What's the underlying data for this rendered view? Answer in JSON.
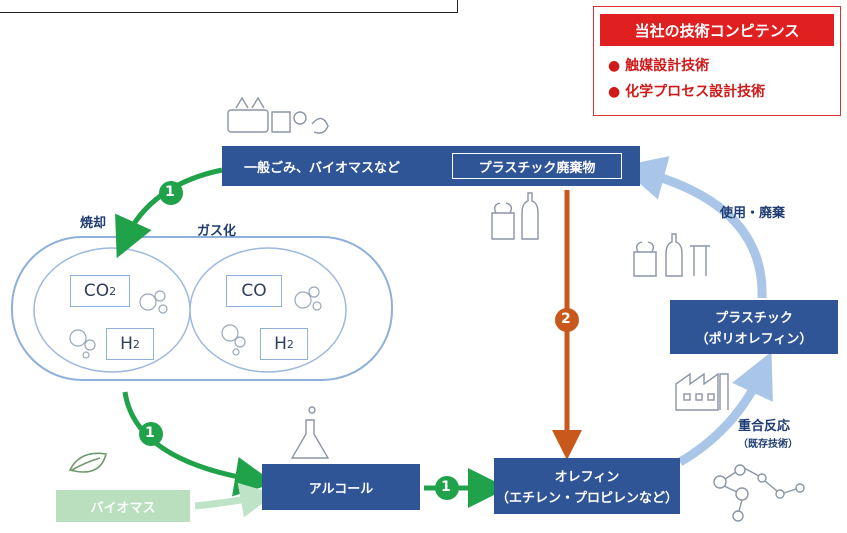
{
  "competence": {
    "title": "当社の技術コンピテンス",
    "items": [
      "● 触媒設計技術",
      "● 化学プロセス設計技術"
    ]
  },
  "nodes": {
    "waste_general": "一般ごみ、バイオマスなど",
    "waste_plastic": "プラスチック廃棄物",
    "alcohol": "アルコール",
    "olefin_line1": "オレフィン",
    "olefin_line2": "（エチレン・プロピレンなど）",
    "plastic_line1": "プラスチック",
    "plastic_line2": "（ポリオレフィン）",
    "biomass": "バイオマス"
  },
  "labels": {
    "incineration": "焼却",
    "gasification": "ガス化",
    "use_disposal": "使用・廃棄",
    "polymerization": "重合反応",
    "existing_tech": "（既存技術）",
    "co2": "CO",
    "co2_sub": "2",
    "co": "CO",
    "h2": "H",
    "h2_sub": "2"
  },
  "steps": {
    "step1": "1",
    "step2": "2"
  },
  "colors": {
    "blue_box": "#2f5597",
    "green_arrow": "#1fa24a",
    "orange_arrow": "#c8581c",
    "light_blue_arrow": "#a9c6e8",
    "red_accent": "#e02020"
  }
}
